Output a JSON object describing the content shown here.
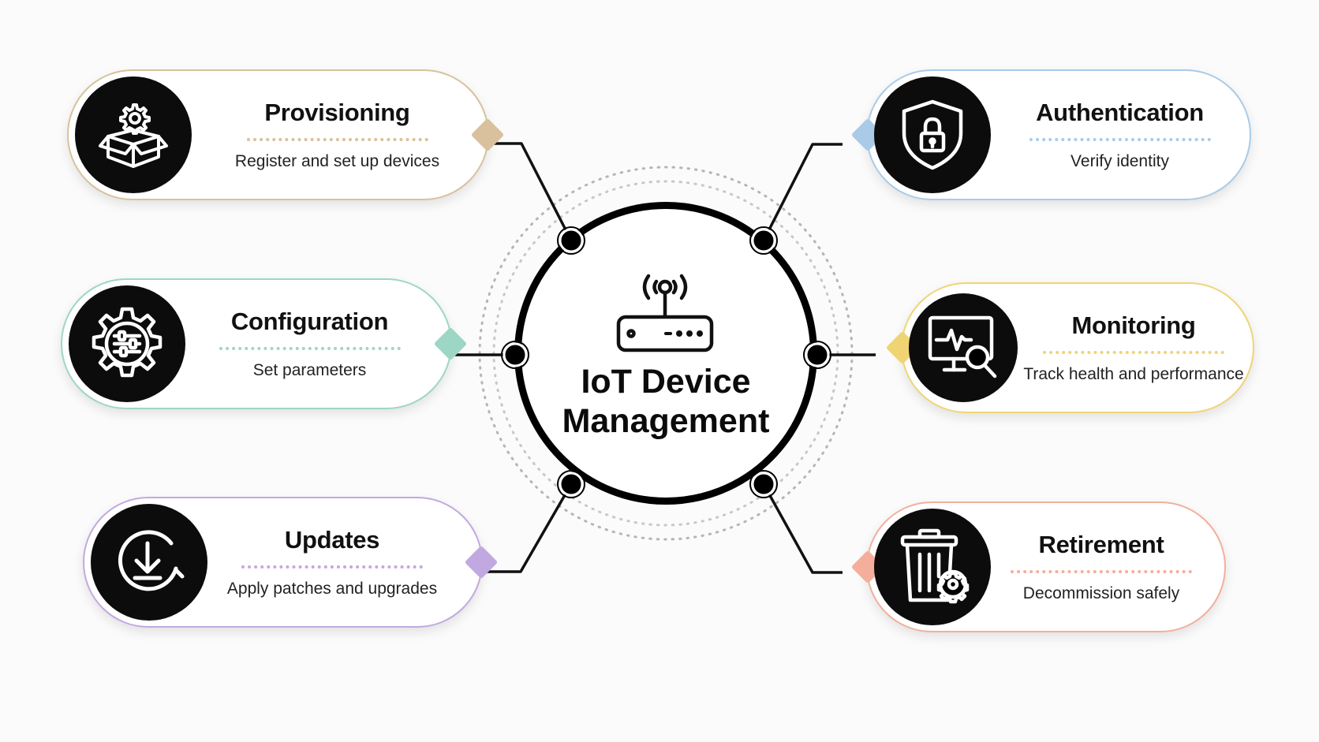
{
  "hub": {
    "title_line1": "IoT Device",
    "title_line2": "Management",
    "icon": "router-icon"
  },
  "cards": [
    {
      "key": "provisioning",
      "title": "Provisioning",
      "description": "Register and set up devices",
      "icon": "box-gear-icon",
      "color": "#d8c19c"
    },
    {
      "key": "configuration",
      "title": "Configuration",
      "description": "Set parameters",
      "icon": "gear-sliders-icon",
      "color": "#9ed6c6"
    },
    {
      "key": "updates",
      "title": "Updates",
      "description": "Apply patches and upgrades",
      "icon": "download-refresh-icon",
      "color": "#c2a8e0"
    },
    {
      "key": "authentication",
      "title": "Authentication",
      "description": "Verify identity",
      "icon": "shield-lock-icon",
      "color": "#a9cbe8"
    },
    {
      "key": "monitoring",
      "title": "Monitoring",
      "description": "Track health and performance",
      "icon": "monitor-search-icon",
      "color": "#f0d474"
    },
    {
      "key": "retirement",
      "title": "Retirement",
      "description": "Decommission safely",
      "icon": "trash-gear-icon",
      "color": "#f5ae9c"
    }
  ]
}
